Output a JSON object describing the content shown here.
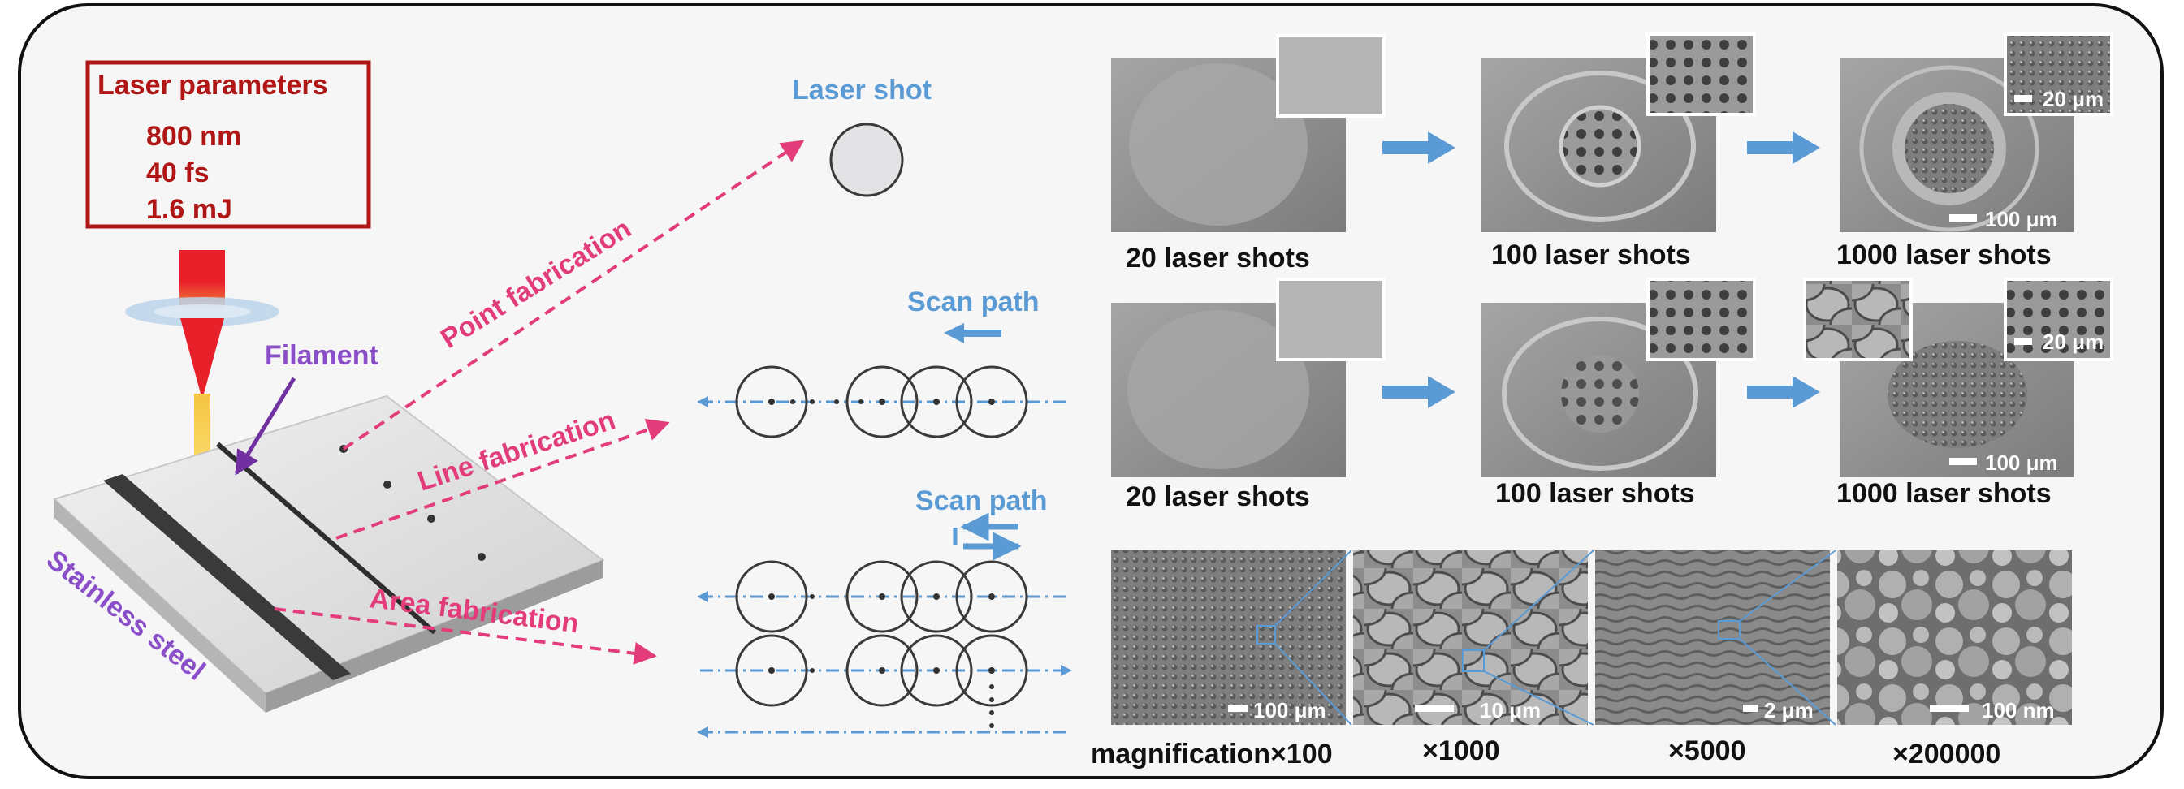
{
  "colors": {
    "dark_red": "#b01616",
    "laser_red": "#e8202a",
    "pink": "#e23c7a",
    "purple": "#8a4fc8",
    "blue": "#5b9bd5",
    "circle_stroke": "#3a3a3a"
  },
  "laser_parameters": {
    "title": "Laser parameters",
    "wavelength": "800 nm",
    "pulse_width": "40 fs",
    "energy": "1.6 mJ"
  },
  "setup": {
    "filament_label": "Filament",
    "stainless_label": "Stainless steel"
  },
  "fabrication": {
    "point_label": "Point fabrication",
    "line_label": "Line fabrication",
    "area_label": "Area fabrication",
    "laser_shot_label": "Laser shot",
    "scan_path_label_1": "Scan path",
    "scan_path_label_2": "Scan path"
  },
  "sem": {
    "point_row": [
      "20 laser shots",
      "100 laser shots",
      "1000 laser shots"
    ],
    "line_row": [
      "20 laser shots",
      "100 laser shots",
      "1000 laser shots"
    ],
    "scale_100um": "100 μm",
    "scale_20um": "20 μm",
    "magnification": [
      {
        "label": "magnification×100",
        "scale": "100 μm"
      },
      {
        "label": "×1000",
        "scale": "10 μm"
      },
      {
        "label": "×5000",
        "scale": "2 μm"
      },
      {
        "label": "×200000",
        "scale": "100 nm"
      }
    ]
  }
}
